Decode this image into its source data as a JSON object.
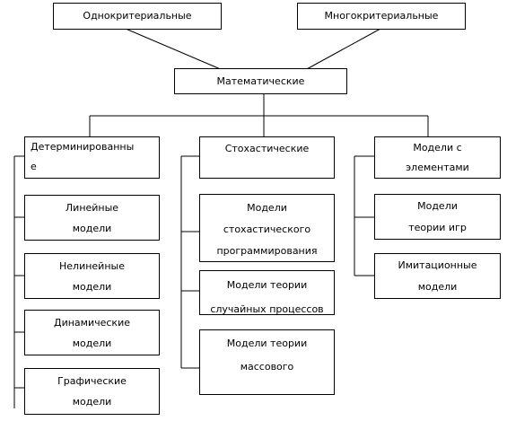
{
  "diagram": {
    "top": {
      "single": "Однокритериальные",
      "multi": "Многокритериальные"
    },
    "center": "Математические",
    "columns": {
      "deterministic": {
        "header": "Детерминированны\nе",
        "items": [
          "Линейные\nмодели",
          "Нелинейные\nмодели",
          "Динамические\nмодели",
          "Графические\nмодели"
        ]
      },
      "stochastic": {
        "header": "Стохастические",
        "items": [
          "Модели\nстохастического\nпрограммирования",
          "Модели теории\nслучайных процессов",
          "Модели теории\nмассового"
        ]
      },
      "elements": {
        "header": "Модели с\nэлементами",
        "items": [
          "Модели\nтеории игр",
          "Имитационные\nмодели"
        ]
      }
    }
  }
}
